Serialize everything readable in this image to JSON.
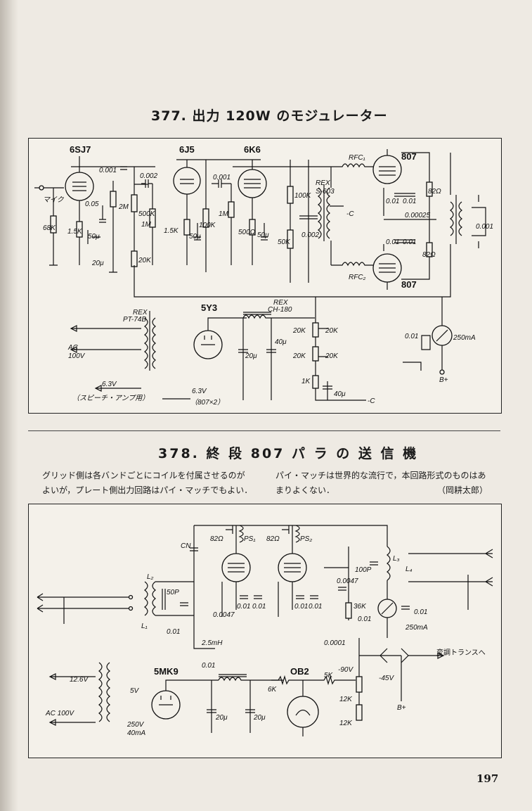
{
  "page": {
    "number": "197"
  },
  "figure377": {
    "title": "377. 出力 120W のモジュレーター",
    "tubes": {
      "a": "6SJ7",
      "b": "6J5",
      "c": "6K6",
      "d": "807",
      "e": "807",
      "f": "5Y3"
    },
    "labels": {
      "mic": "マイク",
      "c0001": "0.001",
      "c0002": "0.002",
      "c005": "0.05",
      "r2m": "2M",
      "r500k": "500K",
      "r1m_a": "1M",
      "r68k": "68K",
      "r15k_a": "1.5K",
      "c50u_a": "50μ",
      "c20u_a": "20μ",
      "r20k_a": "20K",
      "r15k_b": "1.5K",
      "c50u_b": "50μ",
      "r100k_a": "100K",
      "c0001_b": "0.001",
      "r1m_b": "1M",
      "r500": "500Ω",
      "c50u_c": "50μ",
      "r100k_b": "100K",
      "r50k": "50K",
      "c0002_b": "0.002",
      "rex_s603_a": "REX",
      "rex_s603_b": "S-603",
      "rfc1": "RFC₁",
      "rfc2": "RFC₂",
      "c001_a": "0.01",
      "c001_b": "0.01",
      "r82": "82Ω",
      "c000025": "0.00025",
      "c001_c": "0.01",
      "c001_d": "0.01",
      "r82b": "82Ω",
      "c0001_c": "0.001",
      "minus_c_a": "-C",
      "rex_pt74b_a": "REX",
      "rex_pt74b_b": "PT-74B",
      "ac": "AC",
      "v100": "100V",
      "v63a": "6.3V",
      "speech_amp": "（スピーチ・アンプ用）",
      "v63b": "6.3V",
      "v807x2": "（807×2）",
      "rex_ch180_a": "REX",
      "rex_ch180_b": "CH-180",
      "c20u_b": "20μ",
      "c40u_a": "40μ",
      "r20k_b": "20K",
      "r20k_c": "20K",
      "r20k_d": "20K",
      "r20k_e": "20K",
      "r1k": "1K",
      "c40u_b": "40μ",
      "minus_c_b": "-C",
      "c001_e": "0.01",
      "ma250": "250mA",
      "bplus": "B+"
    }
  },
  "figure378": {
    "title": "378. 終 段 807 パ ラ の 送 信 機",
    "description_left": [
      "グリッド側は各バンドごとにコイルを付属させるのが",
      "よいが，プレート側出力回路はパイ・マッチでもよい．"
    ],
    "description_right": [
      "パイ・マッチは世界的な流行で，本回路形式のものはあ",
      "まりよくない．"
    ],
    "author": "（岡耕太郎）",
    "tubes": {
      "a": "5MK9",
      "b": "OB2"
    },
    "labels": {
      "cn": "CN",
      "r82a": "82Ω",
      "ps1": "PS₁",
      "r82b": "82Ω",
      "ps2": "PS₂",
      "l3": "L₃",
      "l4": "L₄",
      "c100p": "100P",
      "l2": "L₂",
      "c50p": "50P",
      "l1": "L₁",
      "c001_a": "0.01",
      "c00047_a": "0.0047",
      "c001_b": "0.01",
      "c001_c": "0.01",
      "c001_d": "0.01",
      "c001_e": "0.01",
      "c00047_b": "0.0047",
      "r36k": "36K",
      "c001_f": "0.01",
      "c001_g": "0.01",
      "ma250": "250mA",
      "c00001": "0.0001",
      "mh25": "2.5mH",
      "c001_h": "0.01",
      "mod_trans": "変調トランスへ",
      "v90": "-90V",
      "v45": "-45V",
      "bplus": "B+",
      "v126": "12.6V",
      "v5": "5V",
      "ac100": "AC 100V",
      "v250": "250V",
      "ma40": "40mA",
      "r6k": "6K",
      "r5k": "5K",
      "c20u_a": "20μ",
      "c20u_b": "20μ",
      "r12k_a": "12K",
      "r12k_b": "12K"
    }
  }
}
